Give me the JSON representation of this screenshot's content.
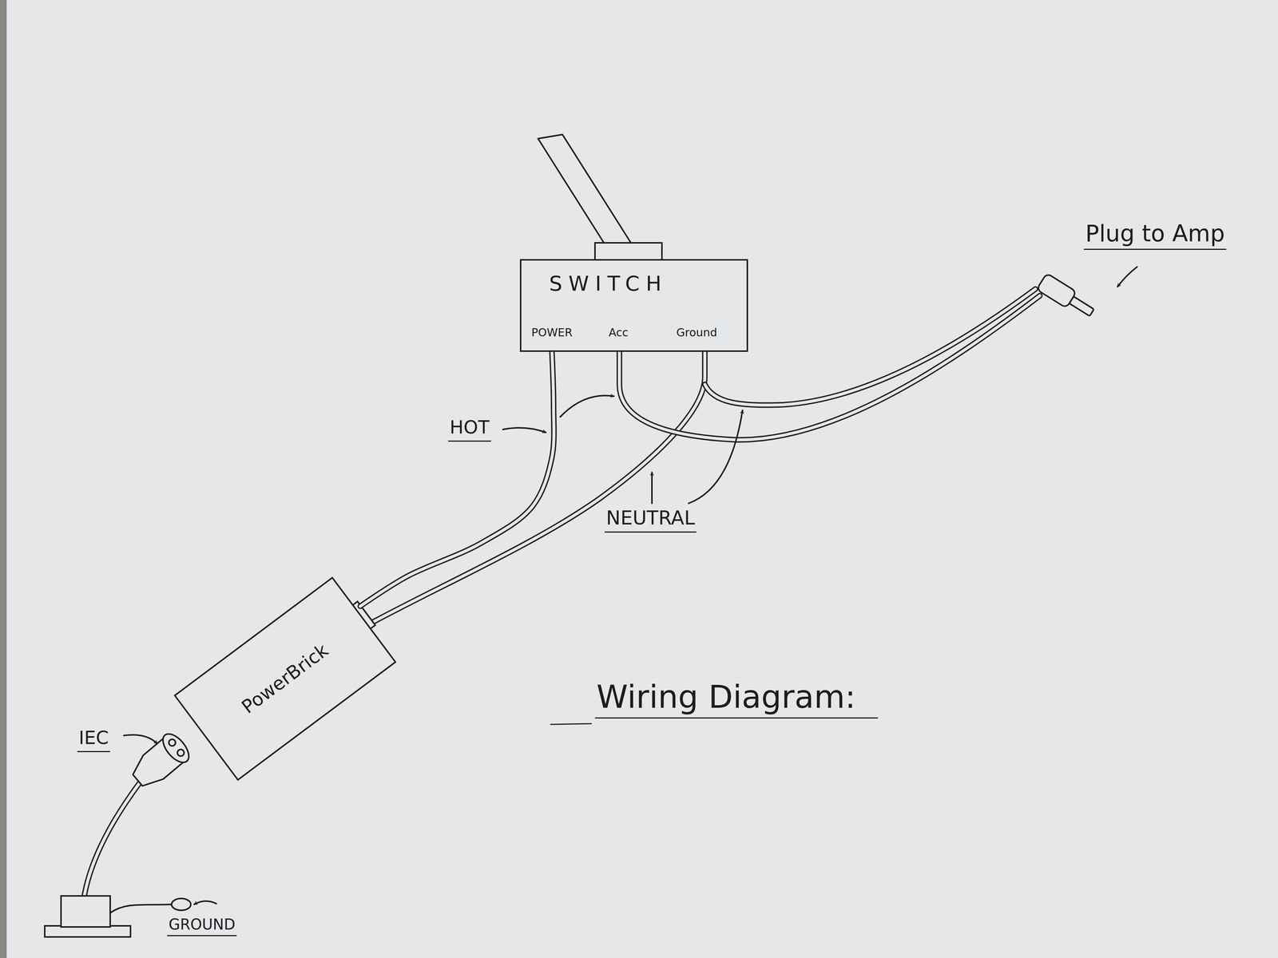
{
  "diagram": {
    "title": "Wiring Diagram:",
    "nodes": [
      {
        "text": [
          "SWITCH",
          "POWER",
          "Acc",
          "Ground"
        ]
      },
      {
        "text": [
          "PowerBrick"
        ]
      }
    ],
    "edges": [
      {
        "from": 1,
        "to": 0,
        "arrow": "none"
      }
    ],
    "labels": [
      "HOT",
      "NEUTRAL",
      "IEC",
      "GROUND",
      "Plug to Amp"
    ]
  }
}
